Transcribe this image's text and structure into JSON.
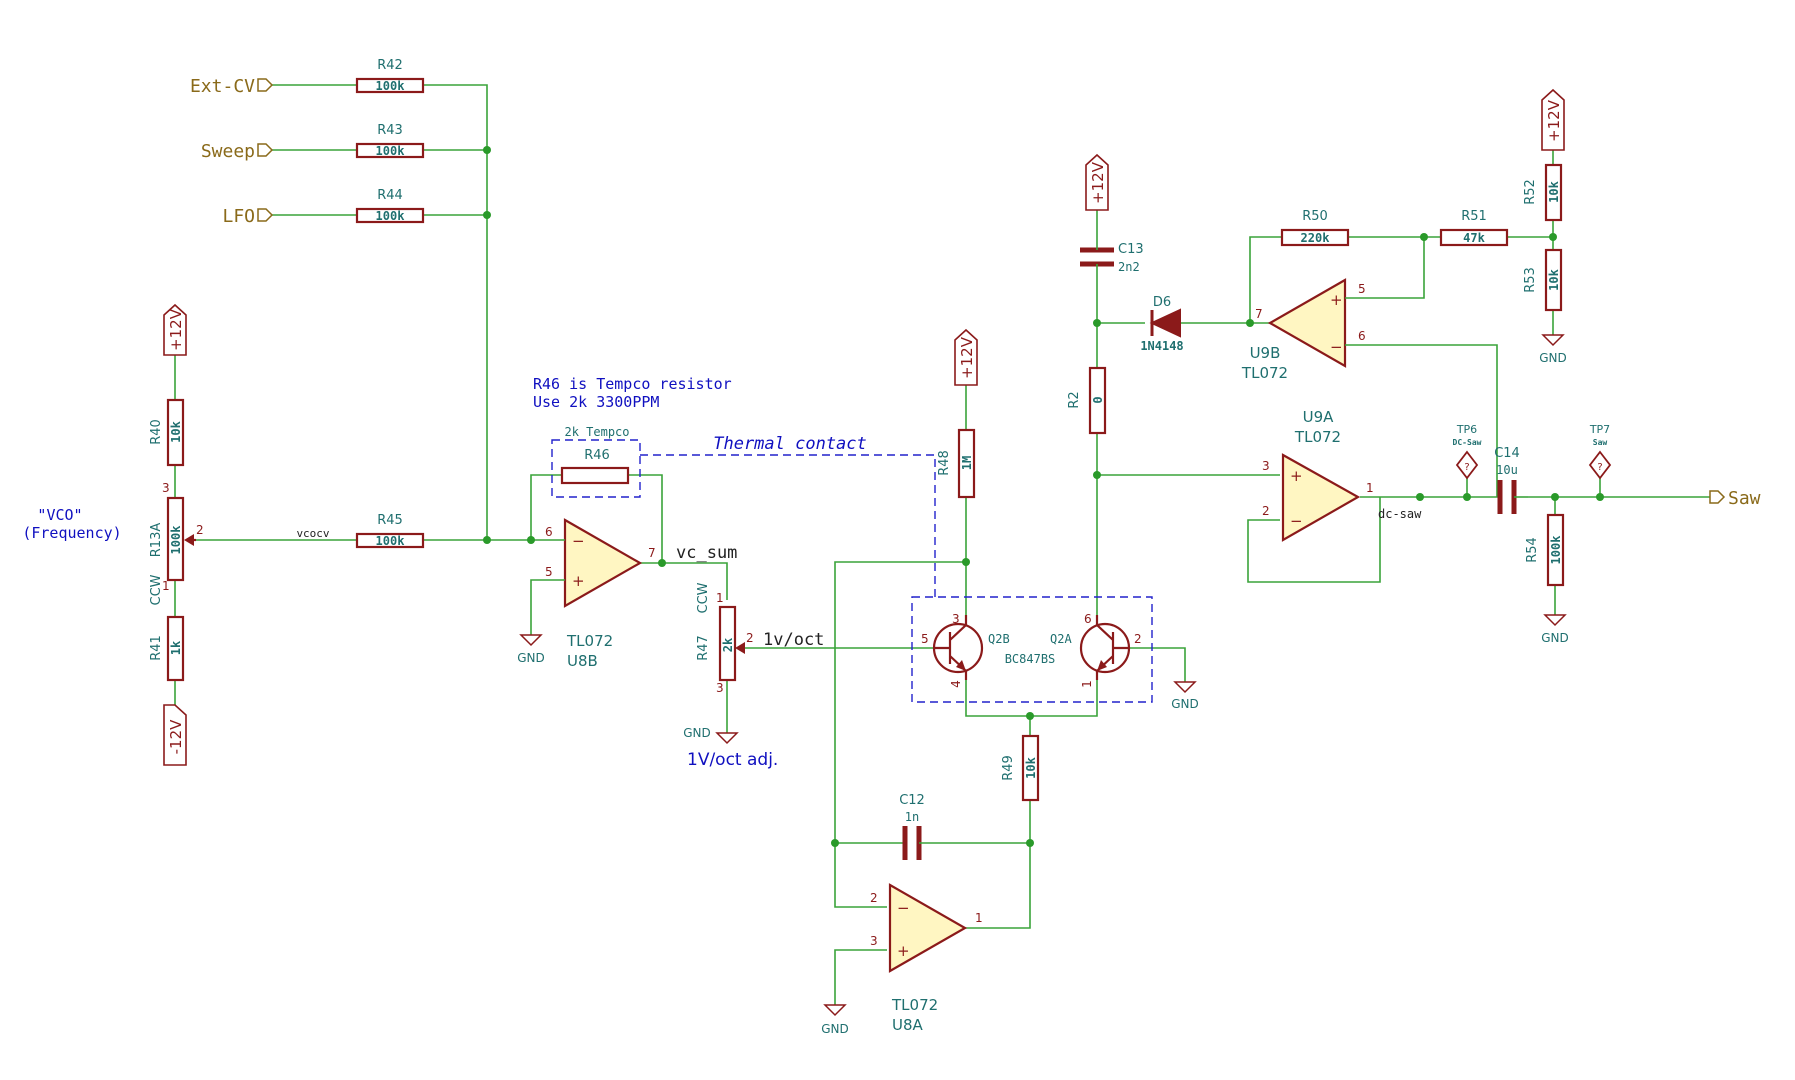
{
  "hierarchical_labels": {
    "ext_cv": "Ext-CV",
    "sweep": "Sweep",
    "lfo": "LFO",
    "saw": "Saw"
  },
  "resistors": {
    "r42": {
      "ref": "R42",
      "value": "100k"
    },
    "r43": {
      "ref": "R43",
      "value": "100k"
    },
    "r44": {
      "ref": "R44",
      "value": "100k"
    },
    "r45": {
      "ref": "R45",
      "value": "100k"
    },
    "r46": {
      "ref": "R46",
      "value": "2k Tempco"
    },
    "r40": {
      "ref": "R40",
      "value": "10k"
    },
    "r41": {
      "ref": "R41",
      "value": "1k"
    },
    "r48": {
      "ref": "R48",
      "value": "1M"
    },
    "r49": {
      "ref": "R49",
      "value": "10k"
    },
    "r2": {
      "ref": "R2",
      "value": "0"
    },
    "r50": {
      "ref": "R50",
      "value": "220k"
    },
    "r51": {
      "ref": "R51",
      "value": "47k"
    },
    "r52": {
      "ref": "R52",
      "value": "10k"
    },
    "r53": {
      "ref": "R53",
      "value": "10k"
    },
    "r54": {
      "ref": "R54",
      "value": "100k"
    }
  },
  "pots": {
    "r13a": {
      "ref": "R13A",
      "value": "100k",
      "ccw": "CCW"
    },
    "r47": {
      "ref": "R47",
      "value": "2k",
      "ccw": "CCW"
    }
  },
  "capacitors": {
    "c12": {
      "ref": "C12",
      "value": "1n"
    },
    "c13": {
      "ref": "C13",
      "value": "2n2"
    },
    "c14": {
      "ref": "C14",
      "value": "10u"
    }
  },
  "diode": {
    "ref": "D6",
    "value": "1N4148"
  },
  "transistors": {
    "q2b": "Q2B",
    "q2a": "Q2A",
    "part": "BC847BS"
  },
  "opamps": {
    "u8b": {
      "ref": "U8B",
      "value": "TL072"
    },
    "u8a": {
      "ref": "U8A",
      "value": "TL072"
    },
    "u9a": {
      "ref": "U9A",
      "value": "TL072"
    },
    "u9b": {
      "ref": "U9B",
      "value": "TL072"
    }
  },
  "test_points": {
    "tp6": {
      "ref": "TP6",
      "value": "DC-Saw"
    },
    "tp7": {
      "ref": "TP7",
      "value": "Saw"
    }
  },
  "power": {
    "pos": "+12V",
    "neg": "-12V",
    "gnd": "GND"
  },
  "net_labels": {
    "vcocv": "vcocv",
    "vc_sum": "vc_sum",
    "one_v_oct": "1v/oct",
    "dc_saw": "dc-saw"
  },
  "notes": {
    "vco_line1": "\"VCO\"",
    "vco_line2": "(Frequency)",
    "tempco_line1": "R46 is Tempco resistor",
    "tempco_line2": "Use 2k 3300PPM",
    "thermal": "Thermal contact",
    "adj": "1V/oct adj."
  },
  "pins": {
    "p1": "1",
    "p2": "2",
    "p3": "3",
    "p4": "4",
    "p5": "5",
    "p6": "6",
    "p7": "7"
  },
  "symbols": {
    "minus": "−",
    "plus": "+"
  }
}
